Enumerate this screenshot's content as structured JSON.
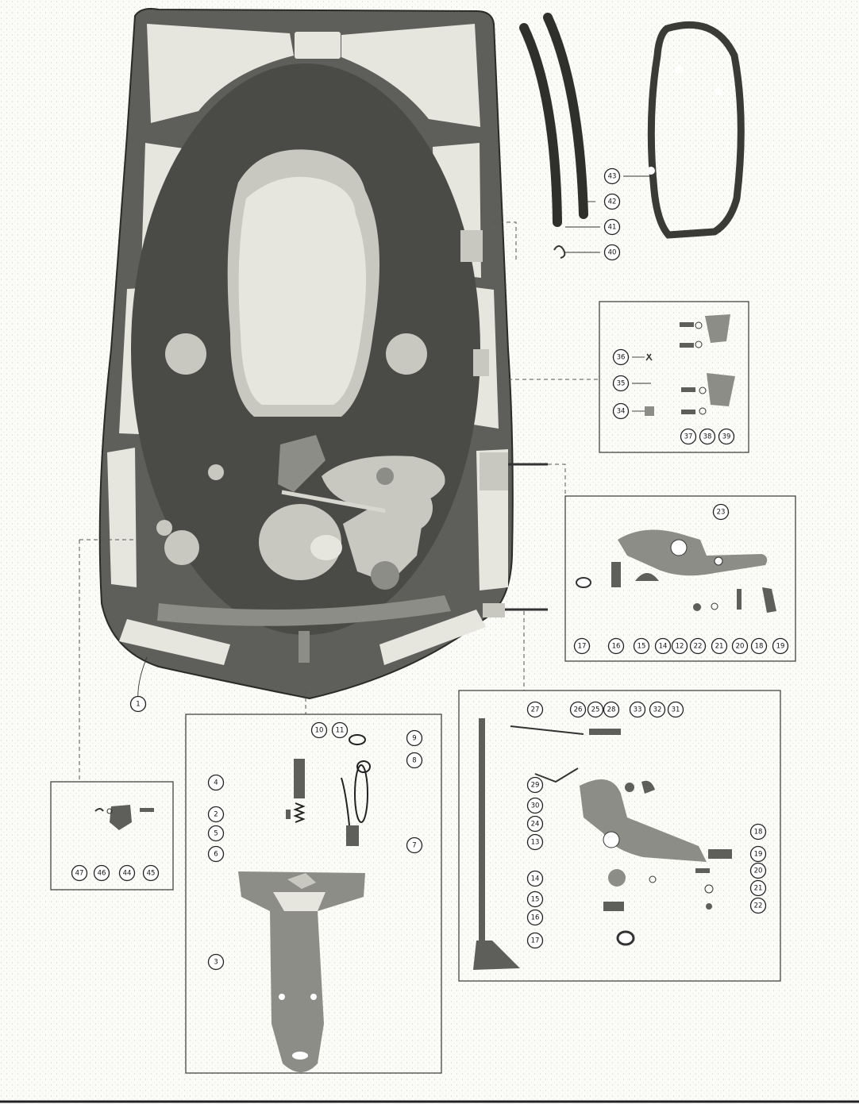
{
  "diagram": {
    "callouts_main": [
      "1"
    ],
    "callouts_gasket_hose": [
      "43",
      "42",
      "41",
      "40"
    ],
    "callouts_bracket_box": [
      "36",
      "35",
      "34",
      "37",
      "38",
      "39"
    ],
    "callouts_throttle_box": [
      "23",
      "17",
      "16",
      "15",
      "14",
      "12",
      "22",
      "21",
      "20",
      "18",
      "19"
    ],
    "callouts_lever_box": [
      "27",
      "26",
      "25",
      "28",
      "33",
      "32",
      "31",
      "29",
      "30",
      "24",
      "13",
      "18",
      "19",
      "20",
      "21",
      "22",
      "14",
      "15",
      "16",
      "17"
    ],
    "callouts_bottom_cover_box": [
      "10",
      "11",
      "9",
      "8",
      "4",
      "2",
      "5",
      "6",
      "7",
      "3"
    ],
    "callouts_small_box": [
      "47",
      "46",
      "44",
      "45"
    ]
  },
  "icons": {
    "callout": "numbered-circle-icon",
    "main_casting": "bottom-cowl-icon",
    "gasket": "gasket-icon",
    "hose": "hose-icon",
    "bracket": "bracket-icon",
    "lever": "throttle-lever-icon",
    "shaft": "shift-shaft-icon",
    "cover": "bottom-cover-icon"
  },
  "colors": {
    "line": "#2a2a28",
    "fill_dark": "#5e5e5a",
    "fill_light": "#c9c8c0",
    "paper": "#fbfbf7"
  }
}
